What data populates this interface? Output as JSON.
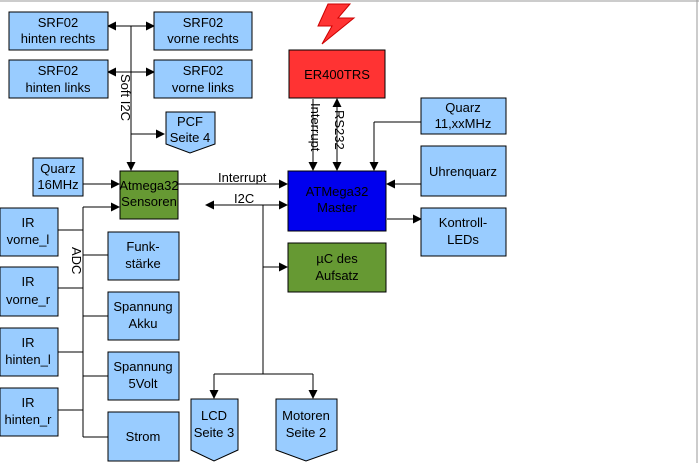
{
  "colors": {
    "lightblue": "#99ccff",
    "red": "#ff3333",
    "blue": "#0000ee",
    "green": "#669933",
    "stroke": "#000000"
  },
  "blocks": {
    "srf02_hr": [
      "SRF02",
      "hinten rechts"
    ],
    "srf02_vr": [
      "SRF02",
      "vorne rechts"
    ],
    "srf02_hl": [
      "SRF02",
      "hinten links"
    ],
    "srf02_vl": [
      "SRF02",
      "vorne links"
    ],
    "pcf": [
      "PCF",
      "Seite 4"
    ],
    "er400trs": [
      "ER400TRS"
    ],
    "quarz11": [
      "Quarz",
      "11,xxMHz"
    ],
    "quarz16": [
      "Quarz",
      "16MHz"
    ],
    "atmega_sens": [
      "Atmega32",
      "Sensoren"
    ],
    "atmega_master": [
      "ATMega32",
      "Master"
    ],
    "uhrenquarz": [
      "Uhrenquarz"
    ],
    "kontroll": [
      "Kontroll-",
      "LEDs"
    ],
    "ir_vl": [
      "IR",
      "vorne_l"
    ],
    "funk": [
      "Funk-",
      "stärke"
    ],
    "uc_aufsatz": [
      "µC des",
      "Aufsatz"
    ],
    "ir_vr": [
      "IR",
      "vorne_r"
    ],
    "sp_akku": [
      "Spannung",
      "Akku"
    ],
    "ir_hl": [
      "IR",
      "hinten_l"
    ],
    "sp_5v": [
      "Spannung",
      "5Volt"
    ],
    "ir_hr": [
      "IR",
      "hinten_r"
    ],
    "strom": [
      "Strom"
    ],
    "lcd": [
      "LCD",
      "Seite 3"
    ],
    "motoren": [
      "Motoren",
      "Seite 2"
    ]
  },
  "labels": {
    "soft_i2c": "Soft I2C",
    "interrupt_h": "Interrupt",
    "interrupt_v": "Interrupt",
    "rs232": "RS232",
    "i2c": "I2C",
    "adc": "ADC"
  }
}
